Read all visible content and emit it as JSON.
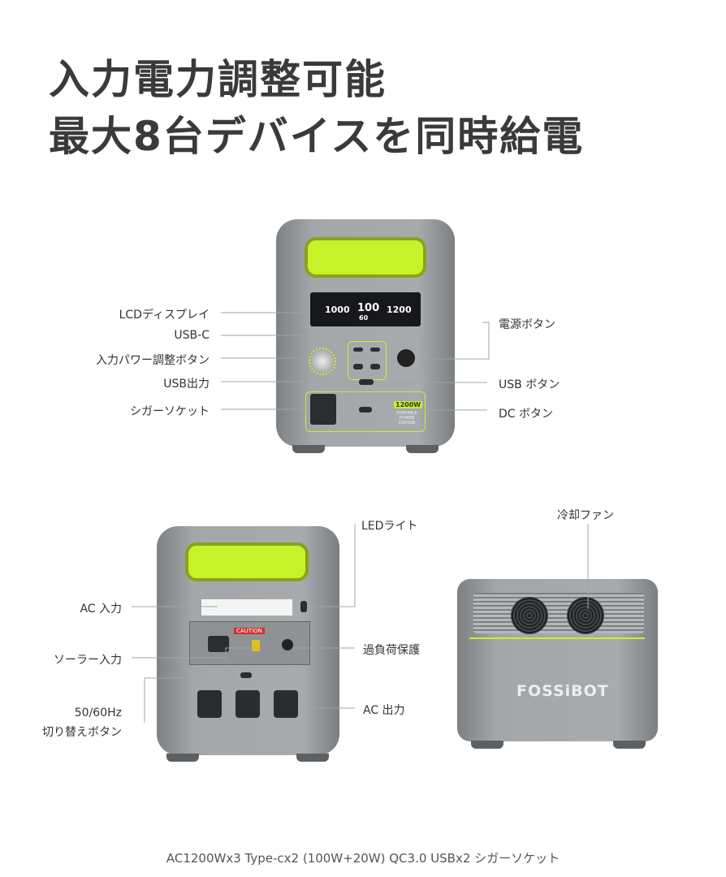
{
  "title": {
    "line1": "入力電力調整可能",
    "line2": "最大8台デバイスを同時給電"
  },
  "front": {
    "left_labels": [
      "LCDディスプレイ",
      "USB-C",
      "入力パワー調整ボタン",
      "USB出力",
      "シガーソケット"
    ],
    "right_labels": [
      "電源ボタン",
      "USB ボタン",
      "DC ボタン"
    ],
    "lcd": {
      "input": "1000",
      "battery": "100",
      "output": "1200",
      "time": "60"
    },
    "badge": "1200W",
    "badge_sub": "PORTABLE POWER STATION"
  },
  "back": {
    "labels": {
      "led": "LEDライト",
      "ac_in": "AC 入力",
      "solar": "ソーラー入力",
      "switch_line1": "50/60Hz",
      "switch_line2": "切り替えボタン",
      "overload": "過負荷保護",
      "ac_out": "AC 出力"
    },
    "caution": "CAUTION"
  },
  "side": {
    "fan_label": "冷却ファン",
    "brand": "FOSSiBOT"
  },
  "footer": "AC1200Wx3 Type-cx2 (100W+20W) QC3.0 USBx2 シガーソケット",
  "colors": {
    "accent": "#c6f22a",
    "body": "#a3a7aa",
    "text": "#333333"
  }
}
